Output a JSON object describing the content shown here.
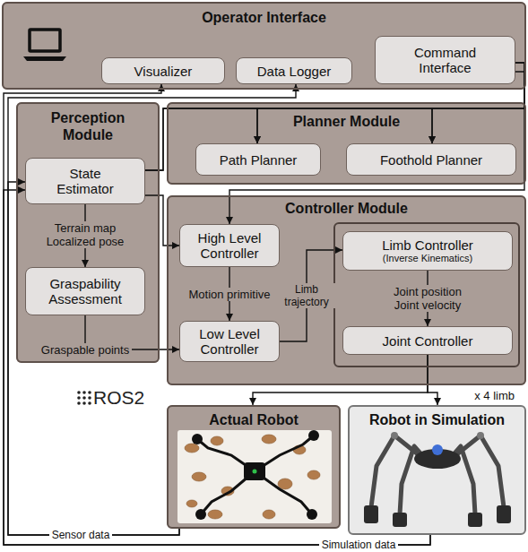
{
  "diagram": {
    "nodes": [
      {
        "text": [
          "Operator Interface"
        ]
      },
      {
        "text": [
          "Visualizer"
        ],
        "in": 0
      },
      {
        "text": [
          "Data Logger"
        ],
        "in": 0
      },
      {
        "text": [
          "Command Interface"
        ],
        "in": 0
      },
      {
        "text": [
          "Perception Module"
        ]
      },
      {
        "text": [
          "State Estimator"
        ],
        "in": 4
      },
      {
        "text": [
          "Graspability Assessment"
        ],
        "in": 4
      },
      {
        "text": [
          "Planner Module"
        ]
      },
      {
        "text": [
          "Path Planner"
        ],
        "in": 7
      },
      {
        "text": [
          "Foothold Planner"
        ],
        "in": 7
      },
      {
        "text": [
          "Controller Module"
        ]
      },
      {
        "text": [
          "High Level Controller"
        ],
        "in": 10
      },
      {
        "text": [
          "Low Level Controller"
        ],
        "in": 10
      },
      {
        "text": [
          "x 4 limb"
        ],
        "in": 10
      },
      {
        "text": [
          "Limb Controller",
          "(Inverse Kinematics)"
        ],
        "in": 13
      },
      {
        "text": [
          "Joint Controller"
        ],
        "in": 13
      },
      {
        "text": [
          "Actual Robot"
        ]
      },
      {
        "text": [
          "Robot in Simulation"
        ]
      }
    ],
    "edges": [
      {
        "from": 5,
        "to": 6,
        "arrow": "to",
        "label": "Terrain map Localized pose"
      },
      {
        "from": 5,
        "to": 11,
        "arrow": "to"
      },
      {
        "from": 5,
        "to": 8,
        "arrow": "to"
      },
      {
        "from": 5,
        "to": 9,
        "arrow": "to"
      },
      {
        "from": 3,
        "to": 8,
        "arrow": "to"
      },
      {
        "from": 3,
        "to": 9,
        "arrow": "to"
      },
      {
        "from": 3,
        "to": 11,
        "arrow": "to"
      },
      {
        "from": 6,
        "to": 12,
        "arrow": "to",
        "label": "Graspable points"
      },
      {
        "from": 11,
        "to": 12,
        "arrow": "to",
        "label": "Motion primitive"
      },
      {
        "from": 12,
        "to": 14,
        "arrow": "to",
        "label": "Limb trajectory"
      },
      {
        "from": 14,
        "to": 15,
        "arrow": "to",
        "label": "Joint position Joint velocity"
      },
      {
        "from": 15,
        "to": 16,
        "arrow": "to"
      },
      {
        "from": 15,
        "to": 17,
        "arrow": "to"
      },
      {
        "from": 16,
        "to": 5,
        "arrow": "to",
        "label": "Sensor data"
      },
      {
        "from": 17,
        "to": 5,
        "arrow": "to",
        "label": "Simulation data"
      },
      {
        "from": 17,
        "to": 1,
        "arrow": "to"
      },
      {
        "from": 16,
        "to": 2,
        "arrow": "to"
      }
    ],
    "labels": [
      "ROS2"
    ]
  }
}
